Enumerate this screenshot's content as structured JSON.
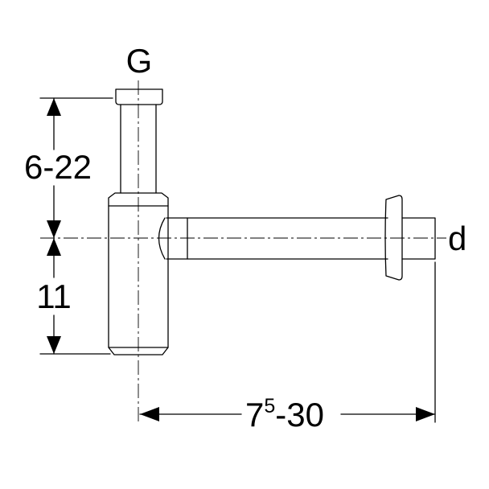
{
  "labels": {
    "inlet": "G",
    "outlet": "d",
    "height_upper": "6-22",
    "height_lower": "11",
    "width_base": "7",
    "width_sup": "5",
    "width_rest": "-30"
  },
  "colors": {
    "line": "#000000",
    "background": "#ffffff"
  }
}
